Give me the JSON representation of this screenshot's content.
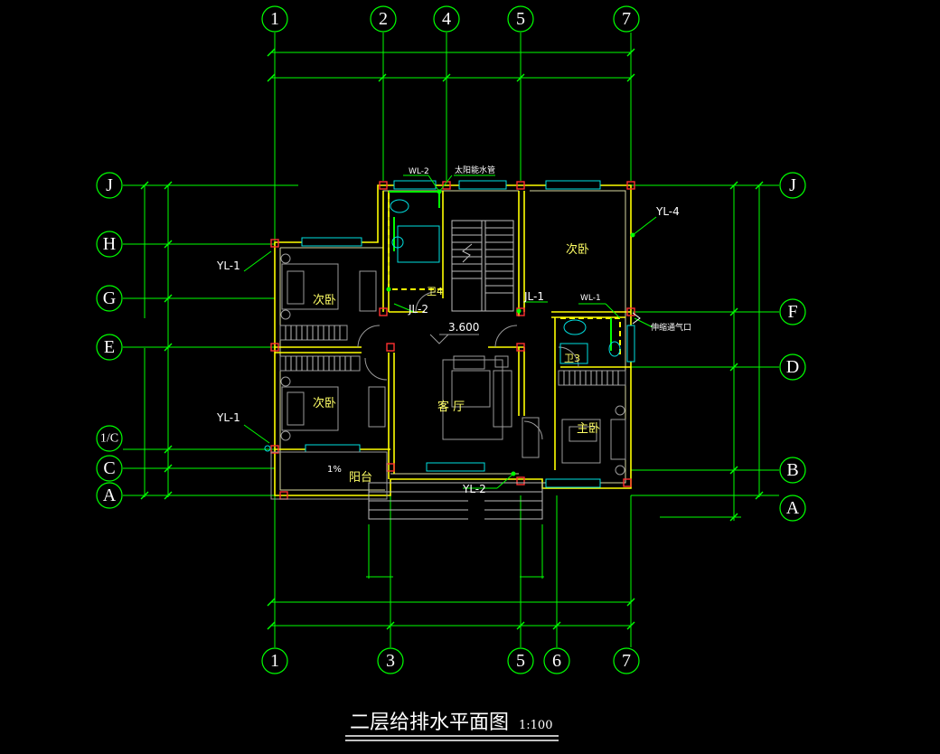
{
  "drawing": {
    "title": "二层给排水平面图",
    "scale": "1:100"
  },
  "axes": {
    "top": [
      "1",
      "2",
      "4",
      "5",
      "7"
    ],
    "bottom": [
      "1",
      "3",
      "5",
      "6",
      "7"
    ],
    "left": [
      "J",
      "H",
      "G",
      "E",
      "1/C",
      "C",
      "A"
    ],
    "right": [
      "J",
      "F",
      "D",
      "B",
      "A"
    ]
  },
  "rooms": {
    "secondary_bed_upper_left": "次卧",
    "secondary_bed_lower_left": "次卧",
    "secondary_bed_upper_right": "次卧",
    "living_room": "客 厅",
    "master_bed": "主卧",
    "balcony": "阳台",
    "bath_4": "卫4",
    "bath_3": "卫3"
  },
  "labels": {
    "wl2": "WL-2",
    "solar_pipe": "太阳能水管",
    "yl4": "YL-4",
    "yl1_upper": "YL-1",
    "yl1_lower": "YL-1",
    "yl2": "YL-2",
    "jl2": "JL-2",
    "jl1": "JL-1",
    "wl1": "WL-1",
    "vent": "伸缩通气口",
    "elevation": "3.600",
    "slope": "1%"
  },
  "colors": {
    "grid": "#00ff00",
    "wall": "#ffff00",
    "window": "#00e0e0",
    "column": "#ff3030",
    "background": "#000000"
  }
}
